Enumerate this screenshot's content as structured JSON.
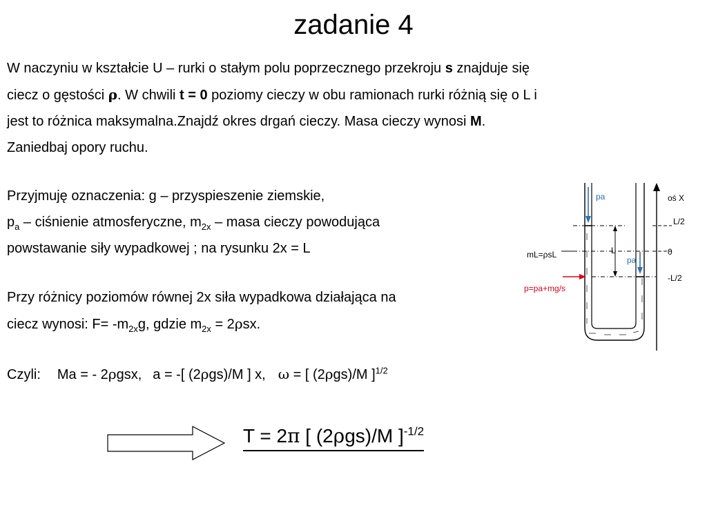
{
  "title": "zadanie 4",
  "p1": {
    "l1a": "W naczyniu w kształcie U – rurki o stałym polu poprzecznego przekroju ",
    "l1b": "s",
    "l1c": " znajduje się",
    "l2a": "ciecz o gęstości ",
    "l2rho": "ρ",
    "l2b": ". W chwili ",
    "l2c": "t = 0",
    "l2d": " poziomy cieczy w obu ramionach rurki różnią się o L i",
    "l3a": "jest to różnica maksymalna.Znajdź okres drgań cieczy. Masa cieczy wynosi ",
    "l3b": "M",
    "l3c": ".",
    "l4": "Zaniedbaj opory ruchu."
  },
  "p2": {
    "l1": "Przyjmuję oznaczenia: g – przyspieszenie ziemskie,",
    "l2a": "p",
    "l2sub": "a",
    "l2b": " – ciśnienie atmosferyczne, m",
    "l2sub2": "2x",
    "l2c": " – masa cieczy powodująca",
    "l3": "powstawanie siły wypadkowej ; na rysunku 2x = L"
  },
  "p3": {
    "l1": "Przy różnicy poziomów równej 2x siła wypadkowa działająca na",
    "l2a": "ciecz wynosi: F= -m",
    "l2sub": "2x",
    "l2b": "g,  gdzie m",
    "l2sub2": "2x",
    "l2c": " = 2",
    "l2rho": "ρ",
    "l2d": "sx."
  },
  "p4": {
    "a": "Czyli:",
    "b": "Ma = - 2",
    "rho1": "ρ",
    "c": "gsx,",
    "d": "a = -[ (2",
    "rho2": "ρ",
    "e": "gs)/M ] x,",
    "omega": "ω",
    "f": " = [ (2",
    "rho3": "ρ",
    "g": "gs)/M ]",
    "sup": "1/2"
  },
  "final": {
    "a": "T = 2",
    "pi": "π",
    "b": " [ (2",
    "rho": "ρ",
    "c": "gs)/M ]",
    "sup": "-1/2"
  },
  "diagram": {
    "pa_top": "pa",
    "pa_mid": "pa",
    "axis": "oś X",
    "l2_pos": "L/2",
    "zero": "0",
    "l2_neg": "-L/2",
    "L": "L",
    "ml": "mL=ρsL",
    "p_formula": "p=pa+mg/s",
    "colors": {
      "red": "#e2001a",
      "blue": "#2a6fb8"
    }
  }
}
